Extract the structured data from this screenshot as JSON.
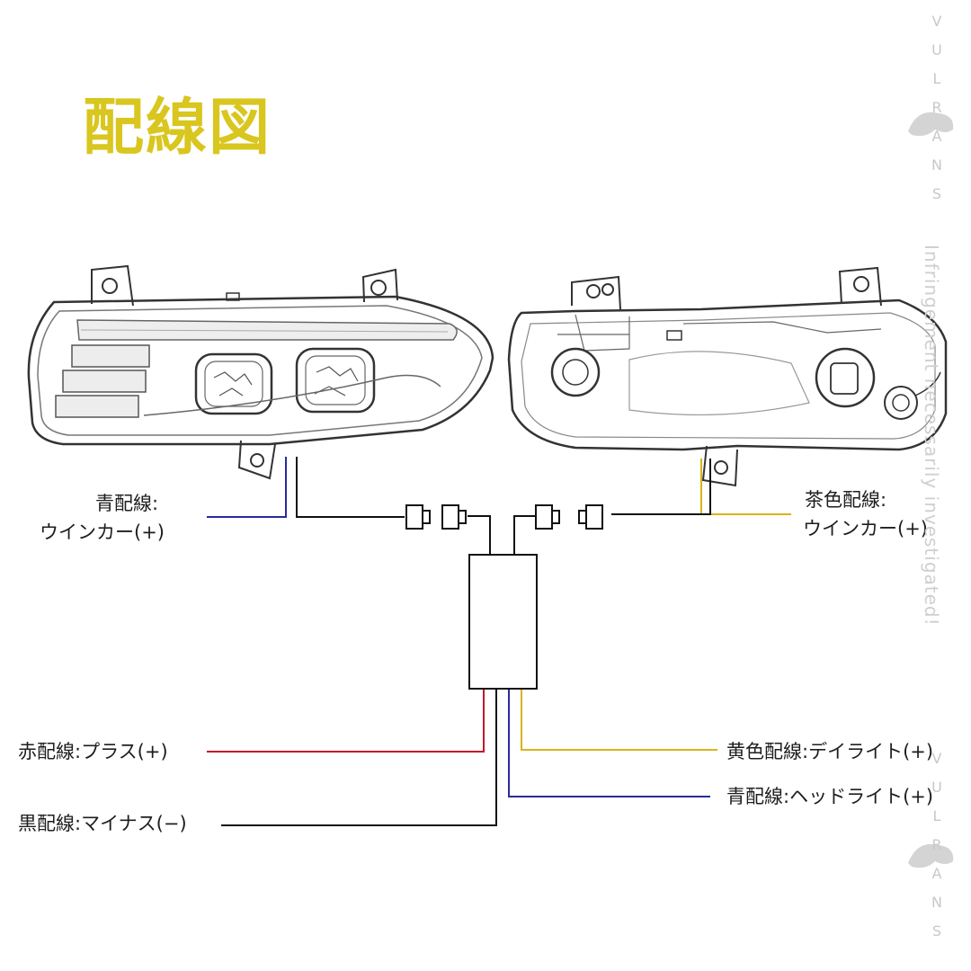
{
  "title": "配線図",
  "labels": {
    "left_blue_top": "青配線:",
    "left_blue_bottom": "ウインカー(+)",
    "right_brown_top": "茶色配線:",
    "right_brown_bottom": "ウインカー(+)",
    "red": "赤配線:プラス(+)",
    "black": "黒配線:マイナス(−)",
    "yellow": "黄色配線:デイライト(+)",
    "blue_head": "青配線:ヘッドライト(+)"
  },
  "watermark": {
    "letters_top": [
      "V",
      "U",
      "L",
      "R",
      "A",
      "N",
      "S"
    ],
    "text": "Infringement necessarily investigated!",
    "letters_bottom": [
      "V",
      "U",
      "L",
      "R",
      "A",
      "N",
      "S"
    ]
  },
  "colors": {
    "title": "#d9c61e",
    "wire_blue": "#2a2aa0",
    "wire_brown": "#d8b41a",
    "wire_red": "#c0182a",
    "wire_black": "#111111",
    "wire_yellow": "#d8b41a"
  }
}
